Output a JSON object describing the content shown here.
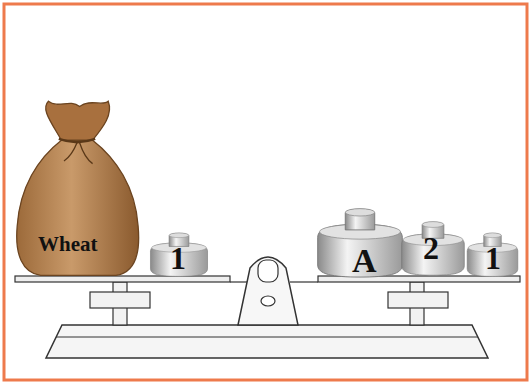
{
  "diagram": {
    "nodes": [
      {
        "text": [
          "Wheat"
        ]
      },
      {
        "text": [
          "1"
        ]
      },
      {
        "text": [
          "A"
        ]
      },
      {
        "text": [
          "2"
        ]
      },
      {
        "text": [
          "1"
        ]
      }
    ]
  }
}
